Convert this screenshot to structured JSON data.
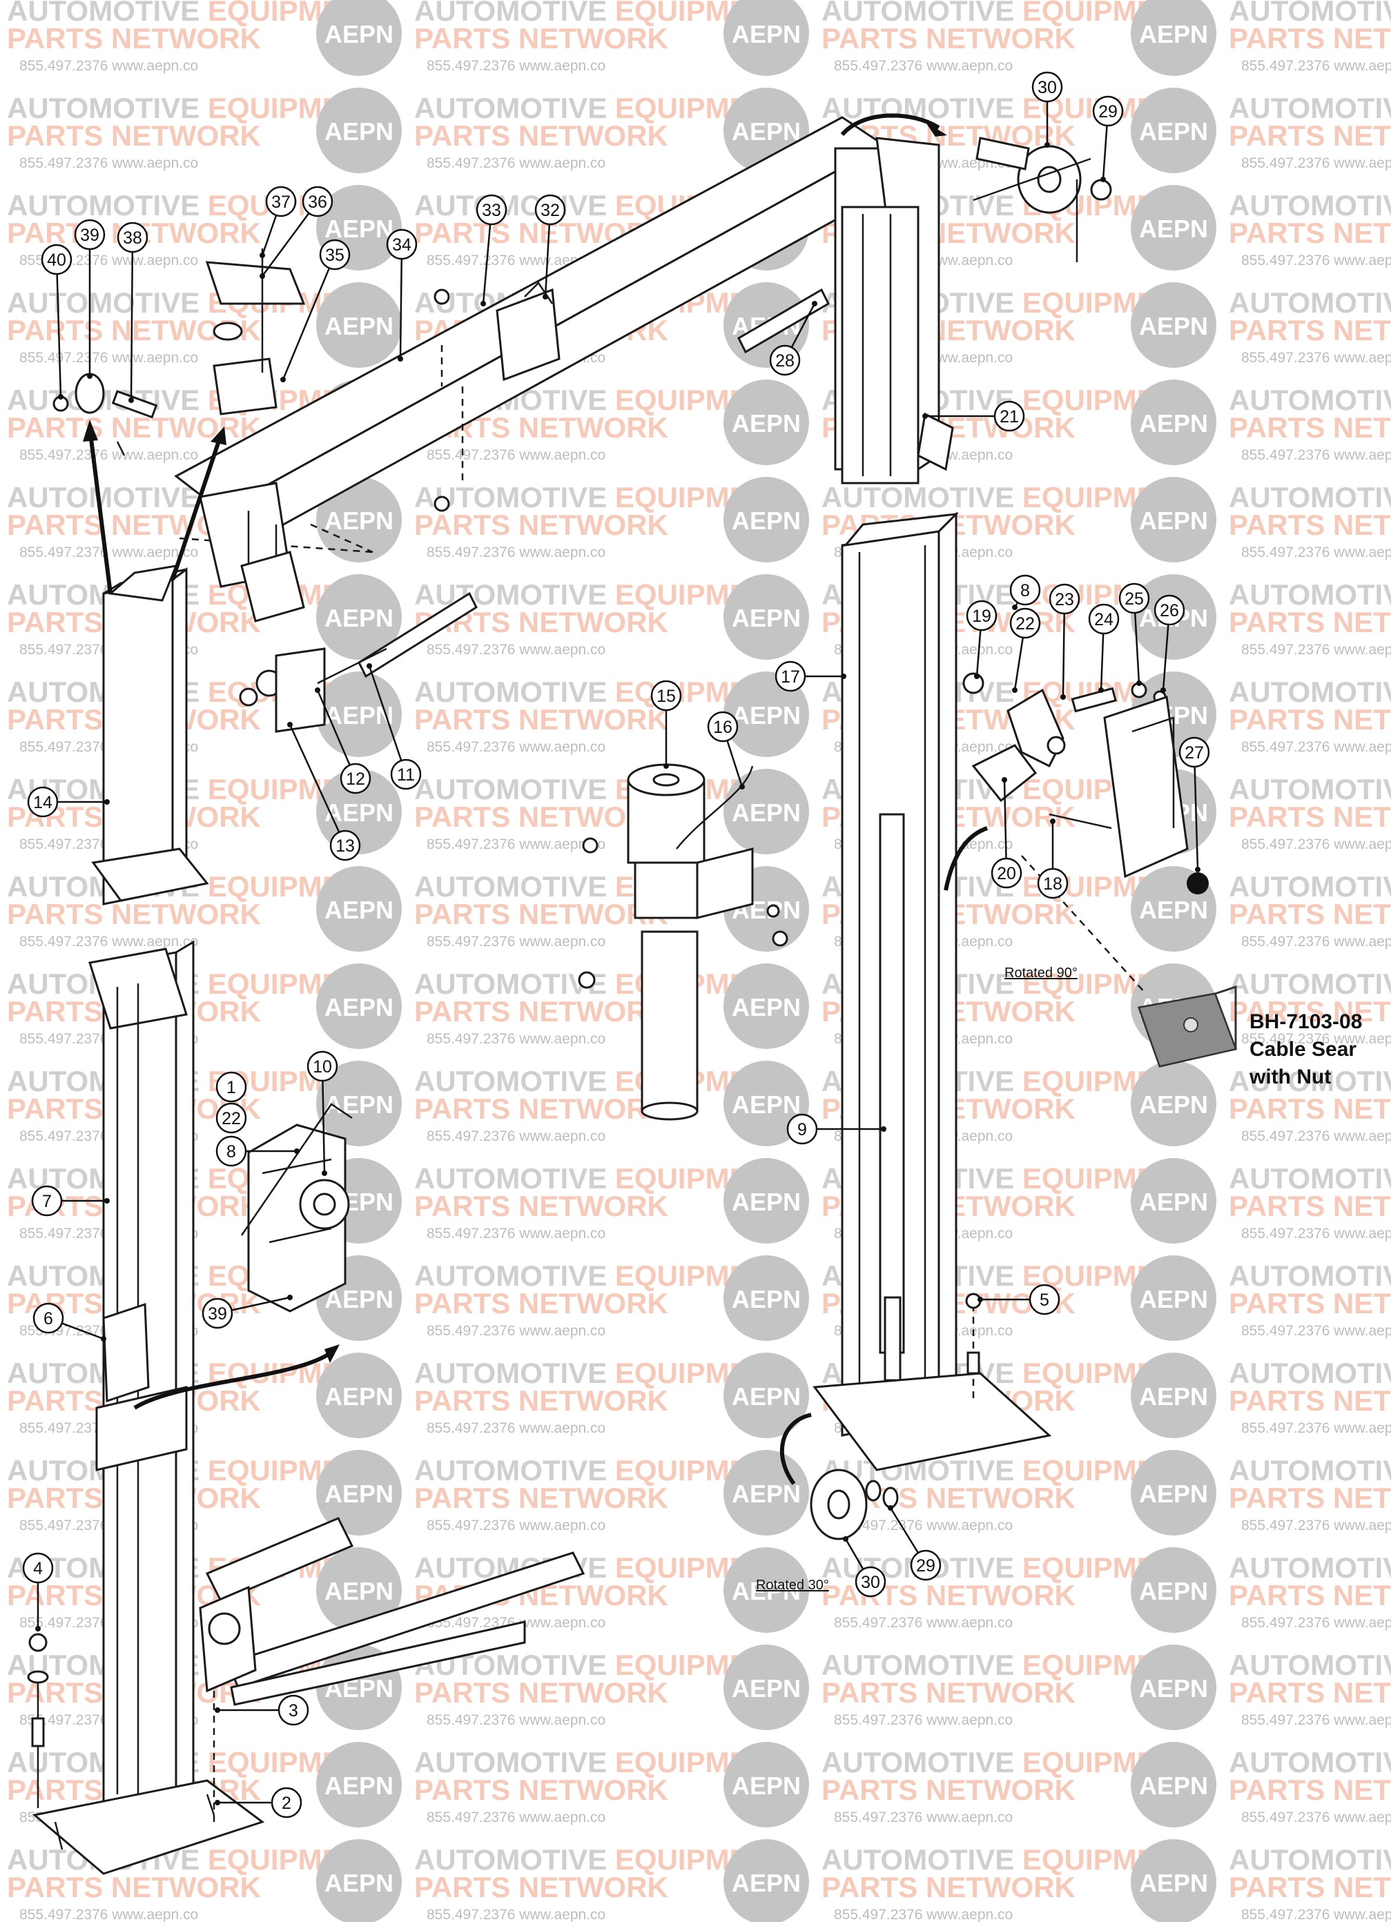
{
  "watermark": {
    "line1_a": "AUTOMOTIVE ",
    "line1_b": "EQUIPMENT",
    "line2": "PARTS NETWORK",
    "phone": "855.497.2376",
    "url": "www.aepn.co",
    "logo": "AEPN"
  },
  "callouts": [
    {
      "id": "1",
      "label": "1"
    },
    {
      "id": "2",
      "label": "2"
    },
    {
      "id": "3",
      "label": "3"
    },
    {
      "id": "4",
      "label": "4"
    },
    {
      "id": "5",
      "label": "5"
    },
    {
      "id": "6",
      "label": "6"
    },
    {
      "id": "7",
      "label": "7"
    },
    {
      "id": "8a",
      "label": "8"
    },
    {
      "id": "8b",
      "label": "8"
    },
    {
      "id": "9",
      "label": "9"
    },
    {
      "id": "10",
      "label": "10"
    },
    {
      "id": "11",
      "label": "11"
    },
    {
      "id": "12",
      "label": "12"
    },
    {
      "id": "13",
      "label": "13"
    },
    {
      "id": "14",
      "label": "14"
    },
    {
      "id": "15",
      "label": "15"
    },
    {
      "id": "16",
      "label": "16"
    },
    {
      "id": "17",
      "label": "17"
    },
    {
      "id": "18",
      "label": "18"
    },
    {
      "id": "19",
      "label": "19"
    },
    {
      "id": "20",
      "label": "20"
    },
    {
      "id": "21",
      "label": "21"
    },
    {
      "id": "22a",
      "label": "22"
    },
    {
      "id": "22b",
      "label": "22"
    },
    {
      "id": "23",
      "label": "23"
    },
    {
      "id": "24",
      "label": "24"
    },
    {
      "id": "25",
      "label": "25"
    },
    {
      "id": "26",
      "label": "26"
    },
    {
      "id": "27",
      "label": "27"
    },
    {
      "id": "28",
      "label": "28"
    },
    {
      "id": "29a",
      "label": "29"
    },
    {
      "id": "29b",
      "label": "29"
    },
    {
      "id": "30a",
      "label": "30"
    },
    {
      "id": "30b",
      "label": "30"
    },
    {
      "id": "32",
      "label": "32"
    },
    {
      "id": "33",
      "label": "33"
    },
    {
      "id": "34",
      "label": "34"
    },
    {
      "id": "35",
      "label": "35"
    },
    {
      "id": "36",
      "label": "36"
    },
    {
      "id": "37",
      "label": "37"
    },
    {
      "id": "38",
      "label": "38"
    },
    {
      "id": "39a",
      "label": "39"
    },
    {
      "id": "39b",
      "label": "39"
    },
    {
      "id": "40",
      "label": "40"
    }
  ],
  "notes": {
    "rotated_90": "Rotated 90°",
    "rotated_30": "Rotated 30°"
  },
  "inset": {
    "part_number": "BH-7103-08",
    "line2": "Cable Sear",
    "line3": "with Nut"
  }
}
